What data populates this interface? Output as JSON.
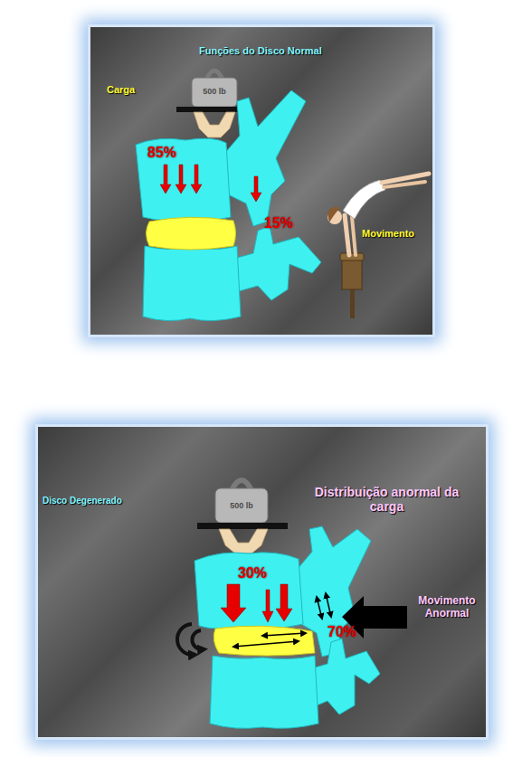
{
  "diagram": {
    "nodes": [
      {
        "text": [
          "Funções do Disco Normal"
        ]
      },
      {
        "text": [
          "Distribuição anormal da carga"
        ]
      }
    ],
    "labels": [
      "Carga",
      "500 lb",
      "85%",
      "15%",
      "Movimento",
      "Disco Degenerado",
      "500 lb",
      "30%",
      "70%",
      "Movimento Anormal"
    ]
  }
}
